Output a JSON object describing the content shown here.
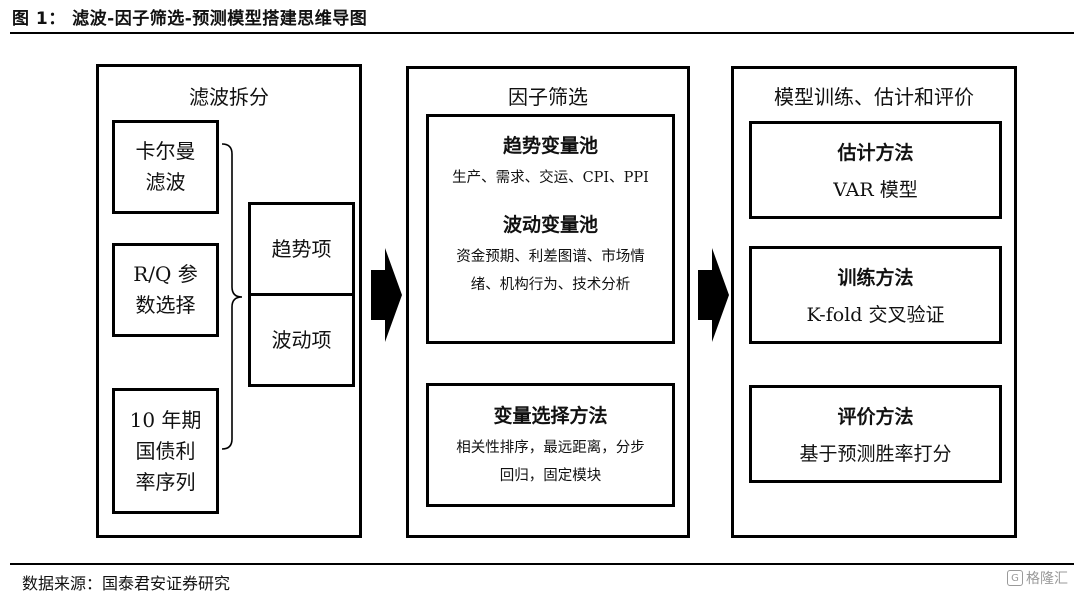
{
  "header": {
    "title": "图 1：  滤波-因子筛选-预测模型搭建思维导图"
  },
  "panels": {
    "filter": {
      "title": "滤波拆分",
      "inputs": [
        {
          "lines": [
            "卡尔曼",
            "滤波"
          ]
        },
        {
          "lines": [
            "R/Q 参",
            "数选择"
          ]
        },
        {
          "lines": [
            "10 年期",
            "国债利",
            "率序列"
          ]
        }
      ],
      "outputs": [
        "趋势项",
        "波动项"
      ]
    },
    "factor": {
      "title": "因子筛选",
      "pools": [
        {
          "name": "趋势变量池",
          "lines": [
            "生产、需求、交运、CPI、PPI"
          ]
        },
        {
          "name": "波动变量池",
          "lines": [
            "资金预期、利差图谱、市场情",
            "绪、机构行为、技术分析"
          ]
        }
      ],
      "method": {
        "name": "变量选择方法",
        "lines": [
          "相关性排序，最远距离，分步",
          "回归，固定模块"
        ]
      }
    },
    "model": {
      "title": "模型训练、估计和评价",
      "boxes": [
        {
          "name": "估计方法",
          "desc": "VAR 模型"
        },
        {
          "name": "训练方法",
          "desc": "K-fold 交叉验证"
        },
        {
          "name": "评价方法",
          "desc": "基于预测胜率打分"
        }
      ]
    }
  },
  "footer": {
    "source": "数据来源：国泰君安证券研究",
    "watermark": "格隆汇",
    "watermark_logo": "G"
  }
}
